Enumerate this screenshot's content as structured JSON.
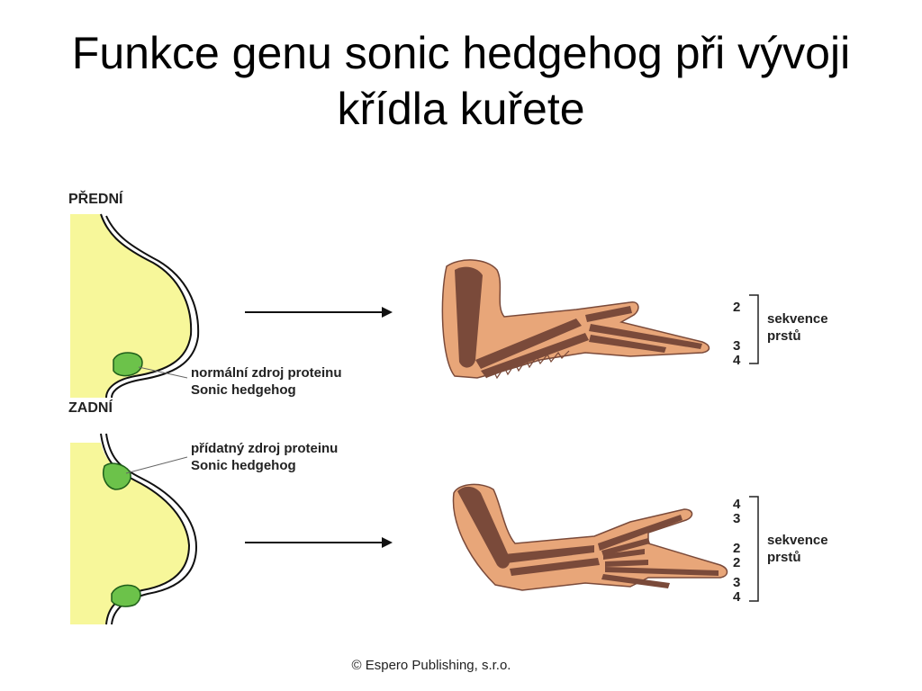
{
  "slide": {
    "title_line1": "Funkce genu sonic hedgehog při vývoji",
    "title_line2": "křídla kuřete",
    "copyright": "© Espero Publishing, s.r.o."
  },
  "diagram": {
    "label_anterior": "PŘEDNÍ",
    "label_posterior": "ZADNÍ",
    "normal_source_line1": "normální zdroj proteinu",
    "normal_source_line2": "Sonic hedgehog",
    "extra_source_line1": "přídatný zdroj proteinu",
    "extra_source_line2": "Sonic hedgehog",
    "digit_label_line1": "sekvence",
    "digit_label_line2": "prstů",
    "top_digits": [
      "2",
      "3",
      "4"
    ],
    "bottom_digits": [
      "4",
      "3",
      "2",
      "2",
      "3",
      "4"
    ],
    "colors": {
      "bud": "#f7f79a",
      "zpa": "#6cc24a",
      "skin": "#e8a679",
      "bone": "#7a4a3a"
    }
  }
}
